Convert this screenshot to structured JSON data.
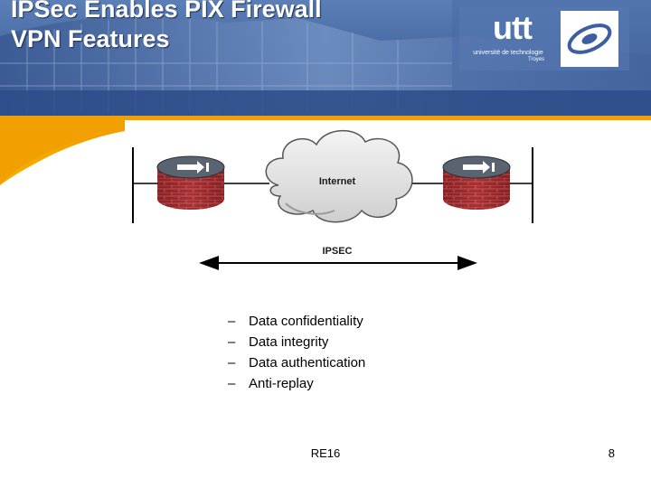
{
  "slide": {
    "title_lines": [
      "IPSec Enables PIX Firewall",
      "VPN Features"
    ]
  },
  "logo": {
    "name": "utt",
    "subtitle": "université de technologie",
    "city": "Troyes"
  },
  "diagram": {
    "cloud_label": "Internet",
    "tunnel_label": "IPSEC"
  },
  "bullets": {
    "marker": "–",
    "items": [
      "Data confidentiality",
      "Data integrity",
      "Data authentication",
      "Anti-replay"
    ]
  },
  "footer": {
    "course": "RE16",
    "page": "8"
  },
  "colors": {
    "banner_blue": "#3c5f9e",
    "accent_orange": "#f2a000",
    "firewall_red": "#a3282b",
    "cloud_fill": "#e6e6e6"
  }
}
